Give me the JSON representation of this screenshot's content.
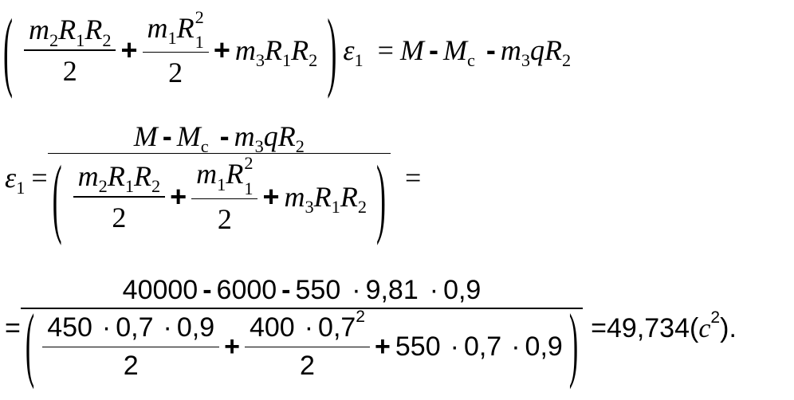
{
  "equation1": {
    "term1": {
      "numerator": [
        "m",
        "2",
        "R",
        "1",
        "R",
        "2"
      ],
      "denominator": "2"
    },
    "plus": "+",
    "term2": {
      "numerator": [
        "m",
        "1",
        "R",
        "1",
        "2"
      ],
      "denominator": "2"
    },
    "term3": [
      "m",
      "3",
      "R",
      "1",
      "R",
      "2"
    ],
    "epsilon": "ε",
    "epsilon_sub": "1",
    "eq": "=",
    "rhs": {
      "M": "M",
      "minus": "-",
      "Mc": "M",
      "c": "c",
      "m": "m",
      "m_sub": "3",
      "q": "q",
      "R": "R",
      "R_sub": "2"
    }
  },
  "equation2": {
    "epsilon": "ε",
    "epsilon_sub": "1",
    "eq": "=",
    "numerator": {
      "M": "M",
      "minus": "-",
      "Mc": "M",
      "c": "c",
      "m": "m",
      "m_sub": "3",
      "q": "q",
      "R": "R",
      "R_sub": "2"
    },
    "eq_end": "="
  },
  "equation3": {
    "eq": "=",
    "numerator": {
      "a": "40000",
      "minus": "-",
      "b": "6000",
      "c": "550",
      "dot": "·",
      "d": "9,81",
      "e": "0,9"
    },
    "den_term1": {
      "num": [
        "450",
        "·",
        "0,7",
        "·",
        "0,9"
      ],
      "den": "2"
    },
    "den_term2": {
      "num": [
        "400",
        "·",
        "0,7",
        "2"
      ],
      "den": "2"
    },
    "den_term3": [
      "550",
      "·",
      "0,7",
      "·",
      "0,9"
    ],
    "plus": "+",
    "result": "=49,734(",
    "unit": "c",
    "unit_sup": "2",
    "close": ")."
  }
}
